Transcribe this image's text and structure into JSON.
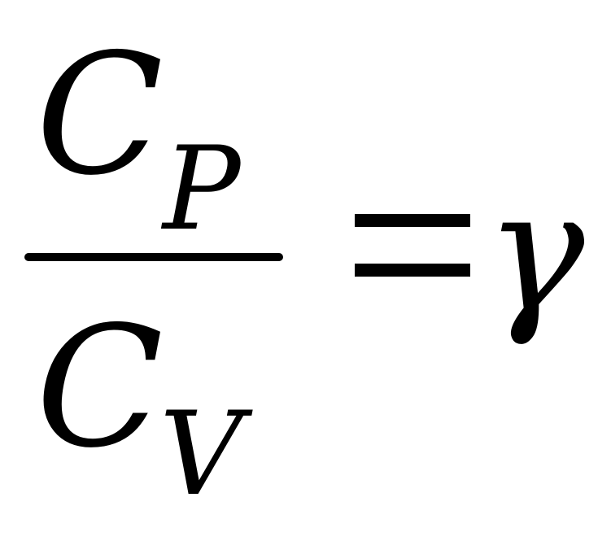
{
  "formula": {
    "numerator": {
      "symbol": "C",
      "subscript": "P"
    },
    "denominator": {
      "symbol": "C",
      "subscript": "V"
    },
    "relation": "=",
    "rhs": "γ"
  }
}
